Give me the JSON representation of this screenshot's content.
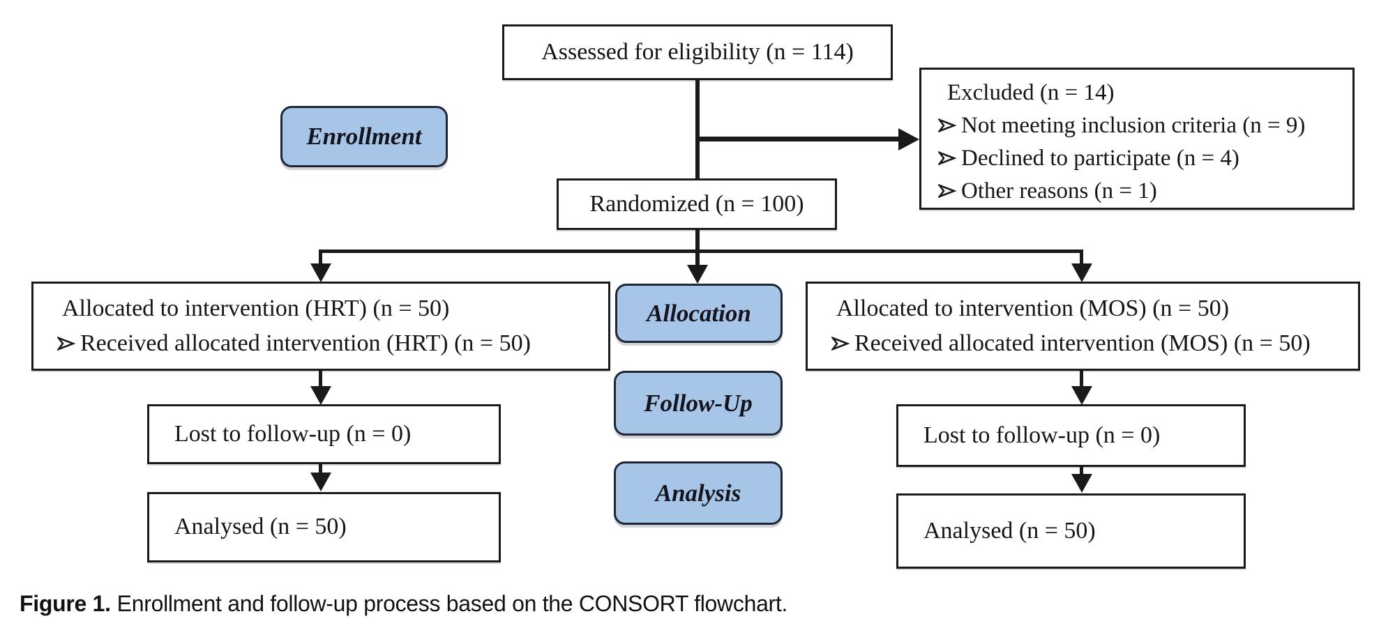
{
  "figure": {
    "boxes": {
      "assessed": "Assessed for eligibility (n = 114)",
      "excluded_title": "Excluded (n = 14)",
      "excluded_items": [
        "Not meeting inclusion criteria (n = 9)",
        "Declined to participate (n = 4)",
        "Other reasons (n = 1)"
      ],
      "randomized": "Randomized (n = 100)",
      "left_arm": {
        "allocated_line1": "Allocated to intervention (HRT) (n = 50)",
        "allocated_line2": "Received allocated intervention (HRT) (n = 50)",
        "lost": "Lost to follow-up (n = 0)",
        "analysed": "Analysed (n = 50)"
      },
      "right_arm": {
        "allocated_line1": "Allocated to intervention (MOS) (n = 50)",
        "allocated_line2": "Received allocated intervention (MOS) (n = 50)",
        "lost": "Lost to follow-up (n = 0)",
        "analysed": "Analysed (n = 50)"
      }
    },
    "stages": {
      "enrollment": "Enrollment",
      "allocation": "Allocation",
      "follow_up": "Follow-Up",
      "analysis": "Analysis"
    },
    "caption": {
      "label": "Figure 1.",
      "text": "Enrollment and follow-up process based on the CONSORT flowchart."
    },
    "colors": {
      "stage_fill": "#a7c5e7",
      "stage_border": "#1e2535",
      "box_border": "#1a1a1a",
      "connector": "#1a1a1a"
    }
  }
}
